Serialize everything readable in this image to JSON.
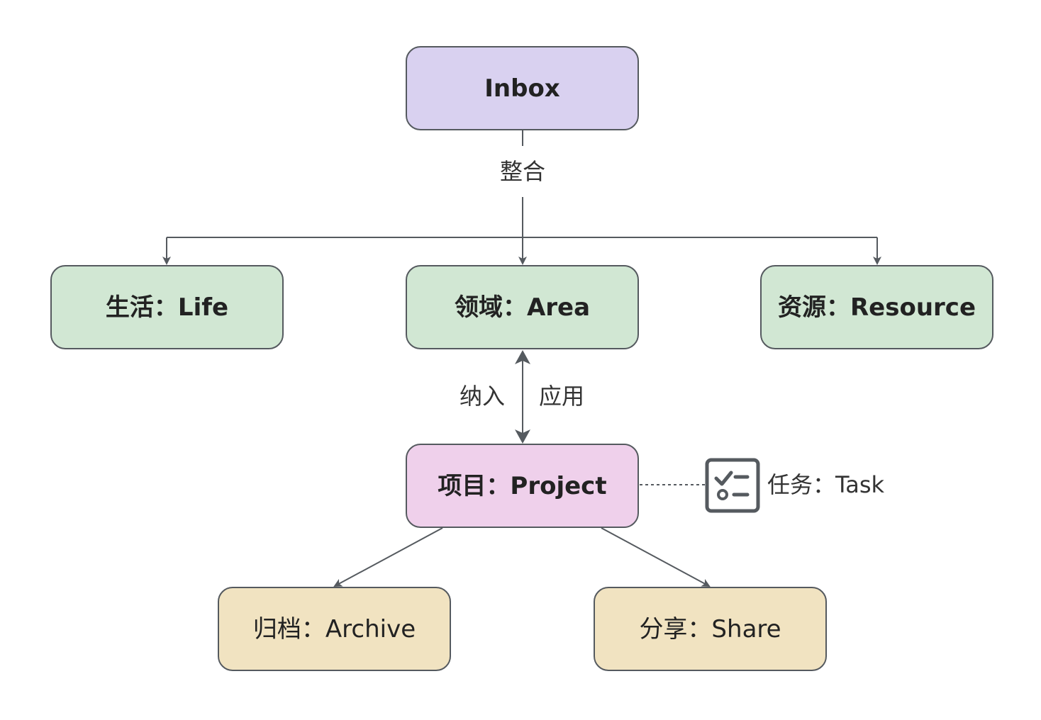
{
  "colors": {
    "inbox": "#d9d1f0",
    "green": "#d1e7d3",
    "pink": "#efd0eb",
    "tan": "#f1e3c1",
    "stroke": "#555a5f"
  },
  "nodes": {
    "inbox": "Inbox",
    "life": "生活：Life",
    "area": "领域：Area",
    "resource": "资源：Resource",
    "project": "项目：Project",
    "archive": "归档：Archive",
    "share": "分享：Share"
  },
  "edge_labels": {
    "integrate": "整合",
    "include": "纳入",
    "apply": "应用"
  },
  "task": {
    "label": "任务：Task",
    "icon": "task-checklist-icon"
  }
}
